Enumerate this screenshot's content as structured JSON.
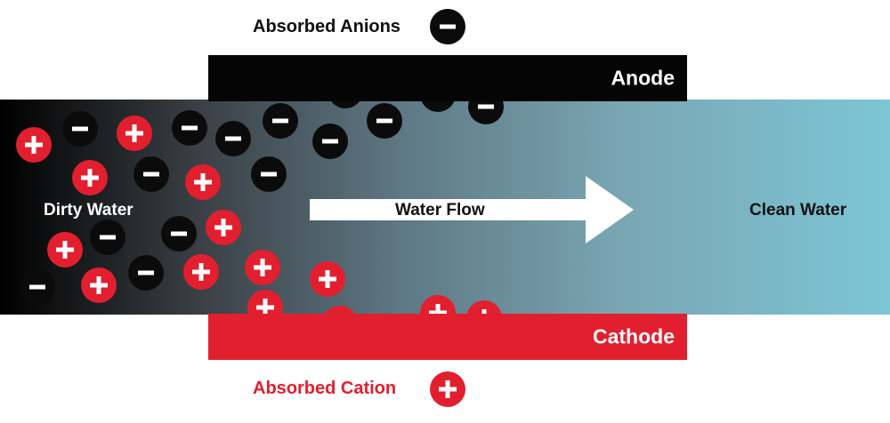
{
  "labels": {
    "absorbed_anions": "Absorbed Anions",
    "absorbed_cation": "Absorbed Cation",
    "anode": "Anode",
    "cathode": "Cathode",
    "dirty_water": "Dirty Water",
    "clean_water": "Clean Water",
    "water_flow": "Water Flow"
  },
  "colors": {
    "anion": "#0b0b0b",
    "cation": "#e21f2f",
    "anode": "#050505",
    "cathode": "#e21f2f",
    "dirty_water": "#000000",
    "clean_water": "#7cc6d6"
  },
  "icons": {
    "anion": "minus-circle-icon",
    "cation": "plus-circle-icon",
    "flow": "right-arrow-icon"
  }
}
